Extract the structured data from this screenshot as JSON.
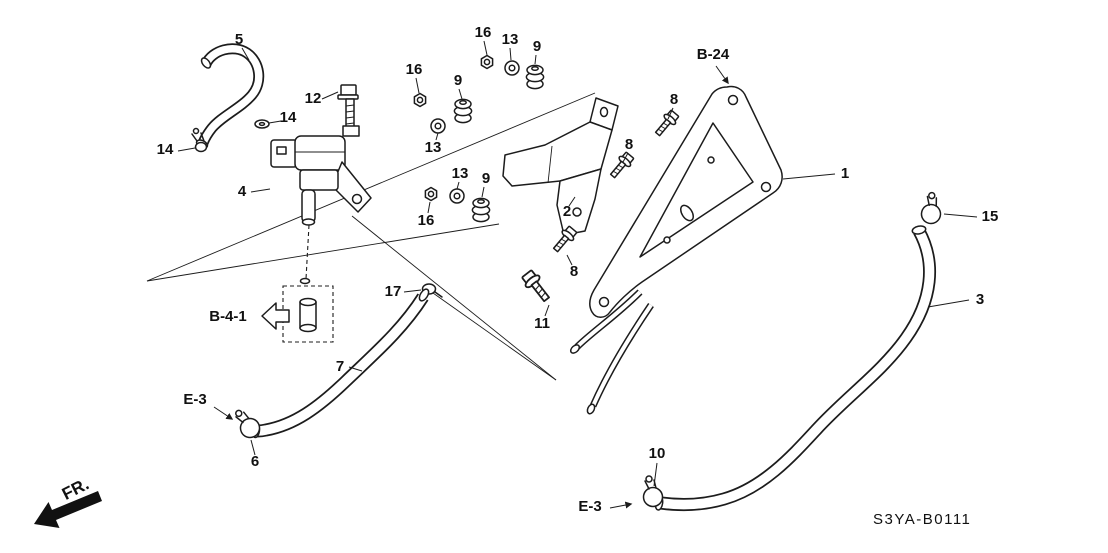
{
  "colors": {
    "line": "#1c1c1c",
    "background": "#ffffff",
    "text": "#111111"
  },
  "diagram": {
    "code": "S3YA-B0111",
    "front_label": "FR."
  },
  "references": [
    {
      "label": "B-24"
    },
    {
      "label": "B-4-1"
    },
    {
      "label": "E-3"
    },
    {
      "label": "E-3"
    }
  ],
  "callouts": [
    {
      "label": "5"
    },
    {
      "label": "16"
    },
    {
      "label": "13"
    },
    {
      "label": "9"
    },
    {
      "label": "16"
    },
    {
      "label": "9"
    },
    {
      "label": "12"
    },
    {
      "label": "14"
    },
    {
      "label": "13"
    },
    {
      "label": "14"
    },
    {
      "label": "4"
    },
    {
      "label": "13"
    },
    {
      "label": "9"
    },
    {
      "label": "8"
    },
    {
      "label": "8"
    },
    {
      "label": "2"
    },
    {
      "label": "1"
    },
    {
      "label": "16"
    },
    {
      "label": "15"
    },
    {
      "label": "8"
    },
    {
      "label": "17"
    },
    {
      "label": "3"
    },
    {
      "label": "11"
    },
    {
      "label": "7"
    },
    {
      "label": "6"
    },
    {
      "label": "10"
    }
  ]
}
